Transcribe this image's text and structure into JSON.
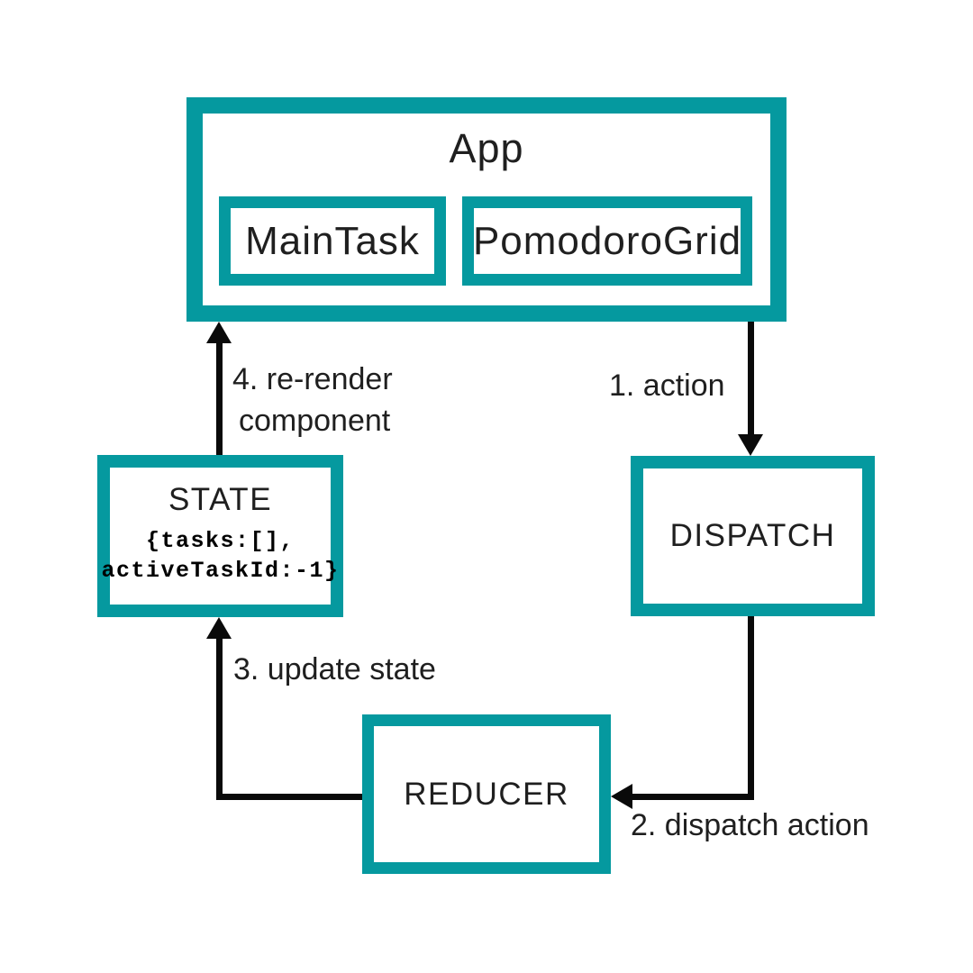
{
  "diagram": {
    "app": {
      "title": "App",
      "children": [
        {
          "label": "MainTask"
        },
        {
          "label": "PomodoroGrid"
        }
      ]
    },
    "nodes": {
      "dispatch": "DISPATCH",
      "reducer": "REDUCER",
      "state": {
        "title": "STATE",
        "code_lines": [
          "{tasks:[],",
          "activeTaskId:-1}"
        ]
      }
    },
    "flow_labels": {
      "step1": "1. action",
      "step2": "2. dispatch action",
      "step3": "3. update state",
      "step4_line1": "4. re-render",
      "step4_line2": "component"
    },
    "colors": {
      "accent": "#05999F",
      "arrow": "#0a0a0a",
      "text": "#1f1f1f",
      "background": "#ffffff"
    }
  }
}
